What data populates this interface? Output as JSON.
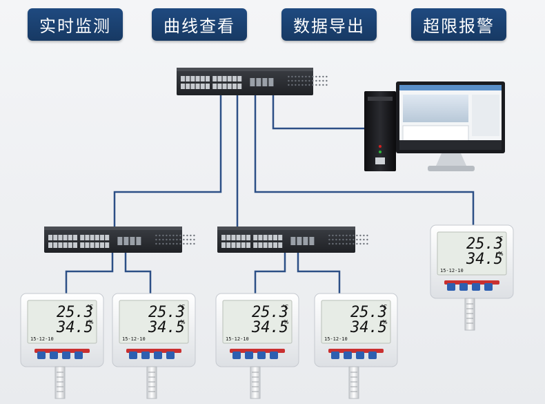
{
  "tabs": [
    {
      "label": "实时监测"
    },
    {
      "label": "曲线查看"
    },
    {
      "label": "数据导出"
    },
    {
      "label": "超限报警"
    }
  ],
  "sensor_display": {
    "temperature": "25.3",
    "temp_unit": "℃",
    "humidity": "34.5",
    "humidity_unit": "%",
    "date": "15-12-10"
  },
  "colors": {
    "tab_bg": "#1f4a80",
    "cable": "#2c4f86",
    "switch_body": "#2b2d31",
    "lcd_bg": "#e7ece6"
  }
}
